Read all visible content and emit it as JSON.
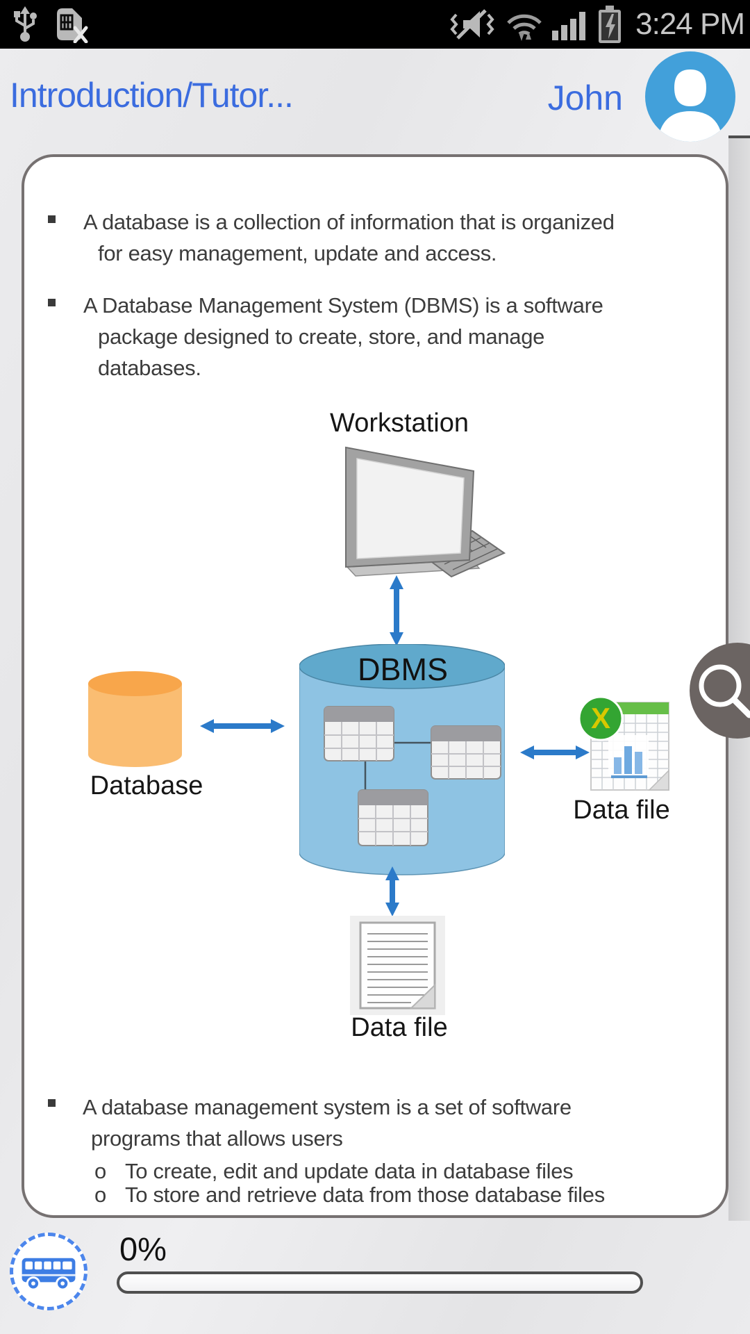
{
  "status_bar": {
    "time": "3:24 PM",
    "icons": [
      "usb-icon",
      "no-sim-icon",
      "mute-vibrate-icon",
      "wifi-icon",
      "signal-icon",
      "battery-charging-icon"
    ]
  },
  "header": {
    "title": "Introduction/Tutor...",
    "user": "John"
  },
  "slide": {
    "bullets": [
      {
        "lines": [
          "A database is a collection of information that is organized",
          "for easy management, update and access."
        ]
      },
      {
        "lines": [
          "A Database Management System (DBMS) is a software",
          "package designed to create, store, and manage",
          "databases."
        ]
      },
      {
        "lines": [
          "A database management system is a set of software",
          "programs that allows users"
        ],
        "sub_marker": "o",
        "sub_items": [
          "To create, edit and update data in database files",
          "To store and retrieve data from those database files"
        ]
      }
    ],
    "diagram": {
      "workstation_label": "Workstation",
      "dbms_label": "DBMS",
      "database_label": "Database",
      "data_file_right_label": "Data file",
      "data_file_bottom_label": "Data file"
    }
  },
  "footer": {
    "progress_label": "0%",
    "progress_value": 0
  },
  "colors": {
    "accent_blue": "#3b6cdf",
    "arrow_blue": "#2b7ac9",
    "dbms_body": "#8ec3e3",
    "dbms_top": "#60a9cc",
    "database_orange": "#fabd72",
    "database_orange_top": "#f8a64b",
    "excel_green": "#33a532",
    "sheet_header_green": "#66be48",
    "fab_gray": "#6b6462",
    "status_bar_bg": "#000000"
  }
}
